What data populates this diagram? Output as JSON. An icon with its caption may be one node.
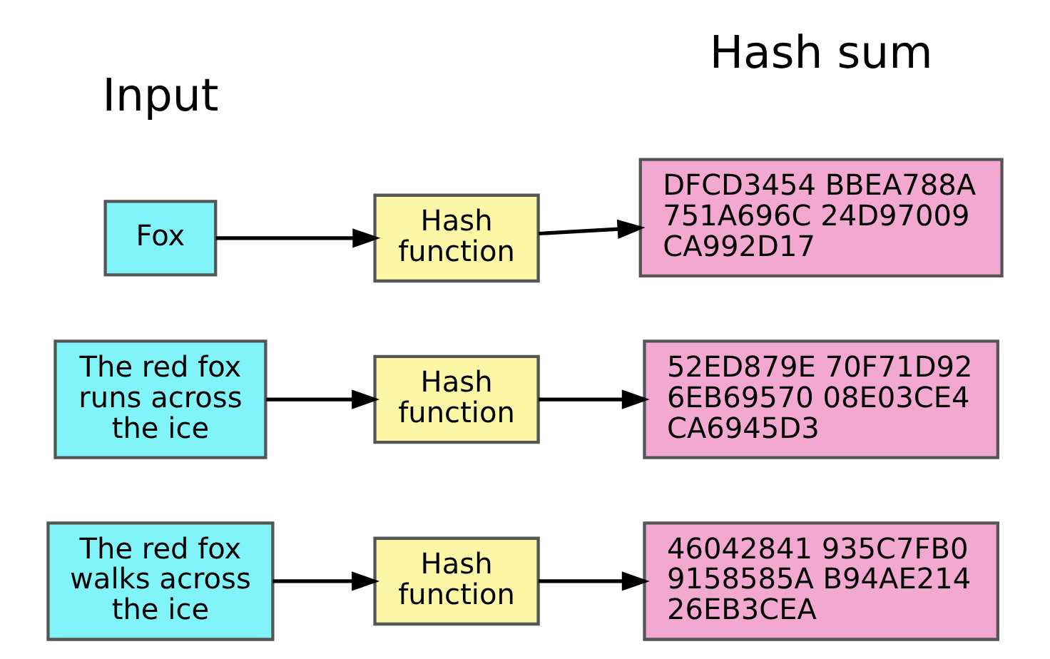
{
  "diagram": {
    "nodes": [
      {
        "text": [
          "Fox"
        ]
      },
      {
        "text": [
          "Hash function"
        ]
      },
      {
        "text": [
          "DFCD3454 BBEA788A 751A696C 24D97009 CA992D17"
        ]
      },
      {
        "text": [
          "The red fox runs across the ice"
        ]
      },
      {
        "text": [
          "Hash function"
        ]
      },
      {
        "text": [
          "52ED879E 70F71D92 6EB69570 08E03CE4 CA6945D3"
        ]
      },
      {
        "text": [
          "The red fox walks across the ice"
        ]
      },
      {
        "text": [
          "Hash function"
        ]
      },
      {
        "text": [
          "46042841 935C7FB0 9158585A B94AE214 26EB3CEA"
        ]
      }
    ],
    "edges": [
      {
        "from": 0,
        "to": 1,
        "arrow": "to"
      },
      {
        "from": 1,
        "to": 2,
        "arrow": "to"
      },
      {
        "from": 3,
        "to": 4,
        "arrow": "to"
      },
      {
        "from": 4,
        "to": 5,
        "arrow": "to"
      },
      {
        "from": 6,
        "to": 7,
        "arrow": "to"
      },
      {
        "from": 7,
        "to": 8,
        "arrow": "to"
      }
    ],
    "labels": [
      "Input",
      "Hash sum"
    ]
  }
}
